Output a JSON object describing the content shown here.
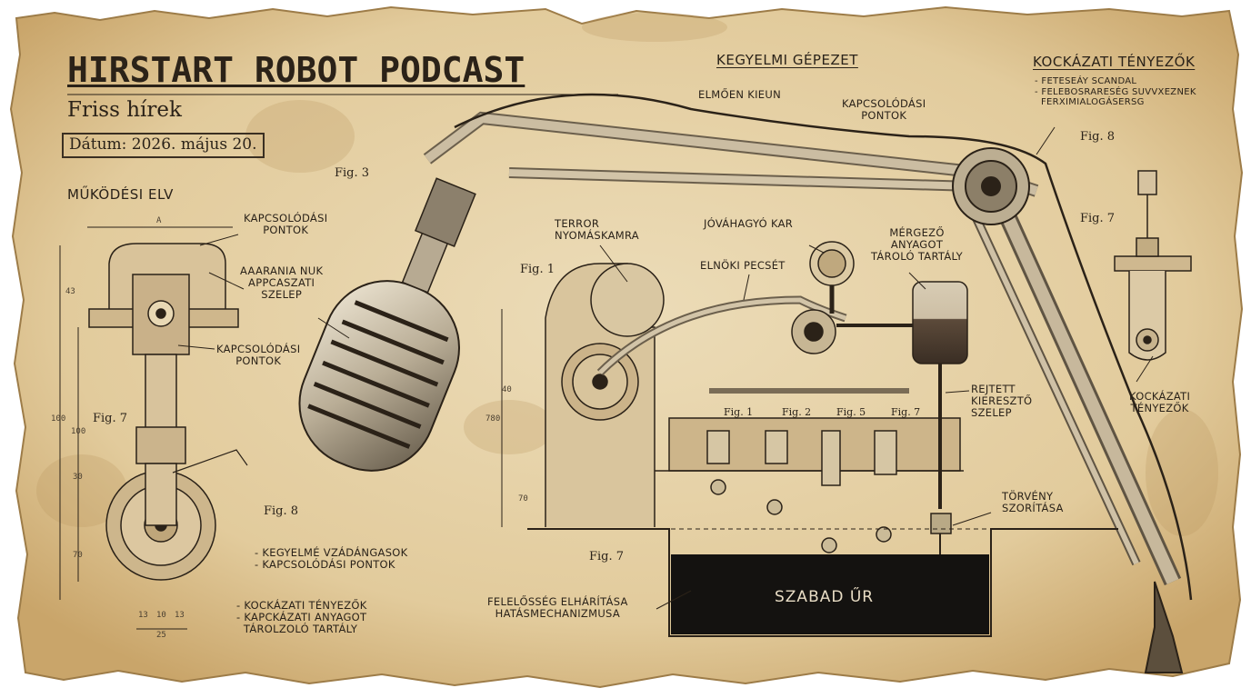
{
  "header": {
    "title": "HIRSTART ROBOT PODCAST",
    "subtitle": "Friss hírek",
    "date": "Dátum: 2026. május 20."
  },
  "left_panel": {
    "heading": "MŰKÖDÉSI ELV",
    "dim_a": "A",
    "label_connection_top": "KAPCSOLÓDÁSI\nPONTOK",
    "label_valve": "AAARANIA NUK\nAPPCASZATI\nSZELEP",
    "label_connection_mid": "KAPCSOLÓDÁSI\nPONTOK",
    "fig7": "Fig. 7",
    "fig8": "Fig. 8",
    "legend1": "- KEGYELMÉ VZÁDÁNGASOK\n- KAPCSOLÓDÁSI PONTOK",
    "legend2": "- KOCKÁZATI TÉNYEZŐK\n- KAPCKÁZATI ANYAGOT\n  TÁROLZOLÓ TARTÁLY",
    "dims": [
      "43",
      "100",
      "100",
      "30",
      "70",
      "13",
      "10",
      "13",
      "25"
    ]
  },
  "center": {
    "heading": "KEGYELMI GÉPEZET",
    "elmoen": "ELMŐEN KIEUN",
    "kapcs": "KAPCSOLÓDÁSI\nPONTOK",
    "fig3": "Fig. 3",
    "fig1": "Fig. 1",
    "terror": "TERROR\nNYOMÁSKAMRA",
    "jovahagyo": "JÓVÁHAGYÓ KAR",
    "elnoki": "ELNÖKI PECSÉT",
    "mergezo": "MÉRGEZŐ\nANYAGOT\nTÁROLÓ TARTÁLY",
    "rejtett": "REJTETT\nKIERESZTŐ\nSZELEP",
    "torveny": "TÖRVÉNY\nSZORÍTÁSA",
    "pistons": [
      "Fig. 1",
      "Fig. 2",
      "Fig. 5",
      "Fig. 7"
    ],
    "fig7": "Fig. 7",
    "felelosseg": "FELELŐSSÉG ELHÁRÍTÁSA\nHATÁSMECHANIZMUSA",
    "void": "SZABAD ŰR",
    "dims": [
      "40",
      "780",
      "70"
    ]
  },
  "right_panel": {
    "heading": "KOCKÁZATI TÉNYEZŐK",
    "items": "- FETESEÁY SCANDAL\n- FELEBOSRARESÉG SUVVXEZNEK\n  FERXIMIALOGÁSERSG",
    "fig8": "Fig. 8",
    "fig7": "Fig. 7",
    "kockazati": "KOCKÁZATI\nTÉNYEZŐK"
  },
  "colors": {
    "paper": "#e6d3ab",
    "paper_edge": "#c9ab76",
    "ink": "#2b2218",
    "void_fill": "#141210"
  }
}
